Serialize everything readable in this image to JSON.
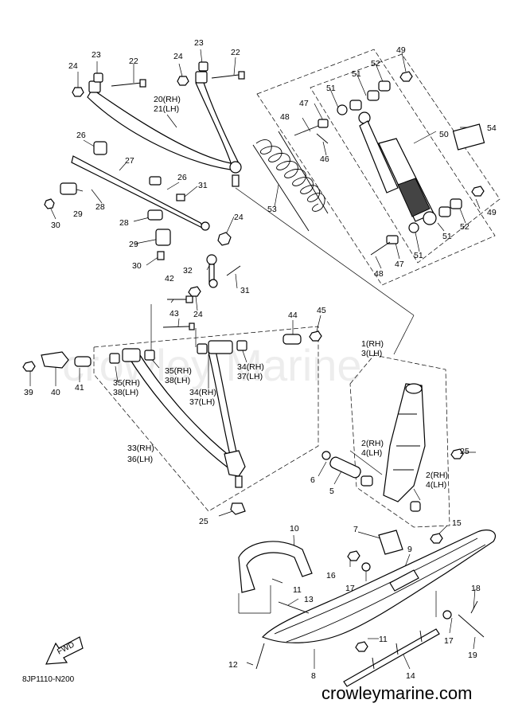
{
  "watermark": "crowley Marine",
  "diagram_code": "8JP1110-N200",
  "site": "crowleymarine.com",
  "fwd_label": "FWD",
  "labels": [
    "1(RH)",
    "3(LH)",
    "2(RH)",
    "4(LH)",
    "2(RH)",
    "4(LH)",
    "5",
    "6",
    "7",
    "8",
    "9",
    "10",
    "11",
    "11",
    "12",
    "13",
    "14",
    "15",
    "16",
    "17",
    "17",
    "18",
    "19",
    "20(RH)",
    "21(LH)",
    "22",
    "22",
    "23",
    "23",
    "24",
    "24",
    "24",
    "24",
    "25",
    "25",
    "26",
    "26",
    "27",
    "28",
    "28",
    "29",
    "29",
    "30",
    "30",
    "31",
    "31",
    "32",
    "33(RH)",
    "36(LH)",
    "34(RH)",
    "37(LH)",
    "34(RH)",
    "37(LH)",
    "35(RH)",
    "38(LH)",
    "35(RH)",
    "38(LH)",
    "39",
    "40",
    "41",
    "42",
    "43",
    "44",
    "45",
    "46",
    "47",
    "47",
    "48",
    "48",
    "49",
    "49",
    "50",
    "51",
    "51",
    "51",
    "51",
    "52",
    "52",
    "53",
    "54"
  ]
}
